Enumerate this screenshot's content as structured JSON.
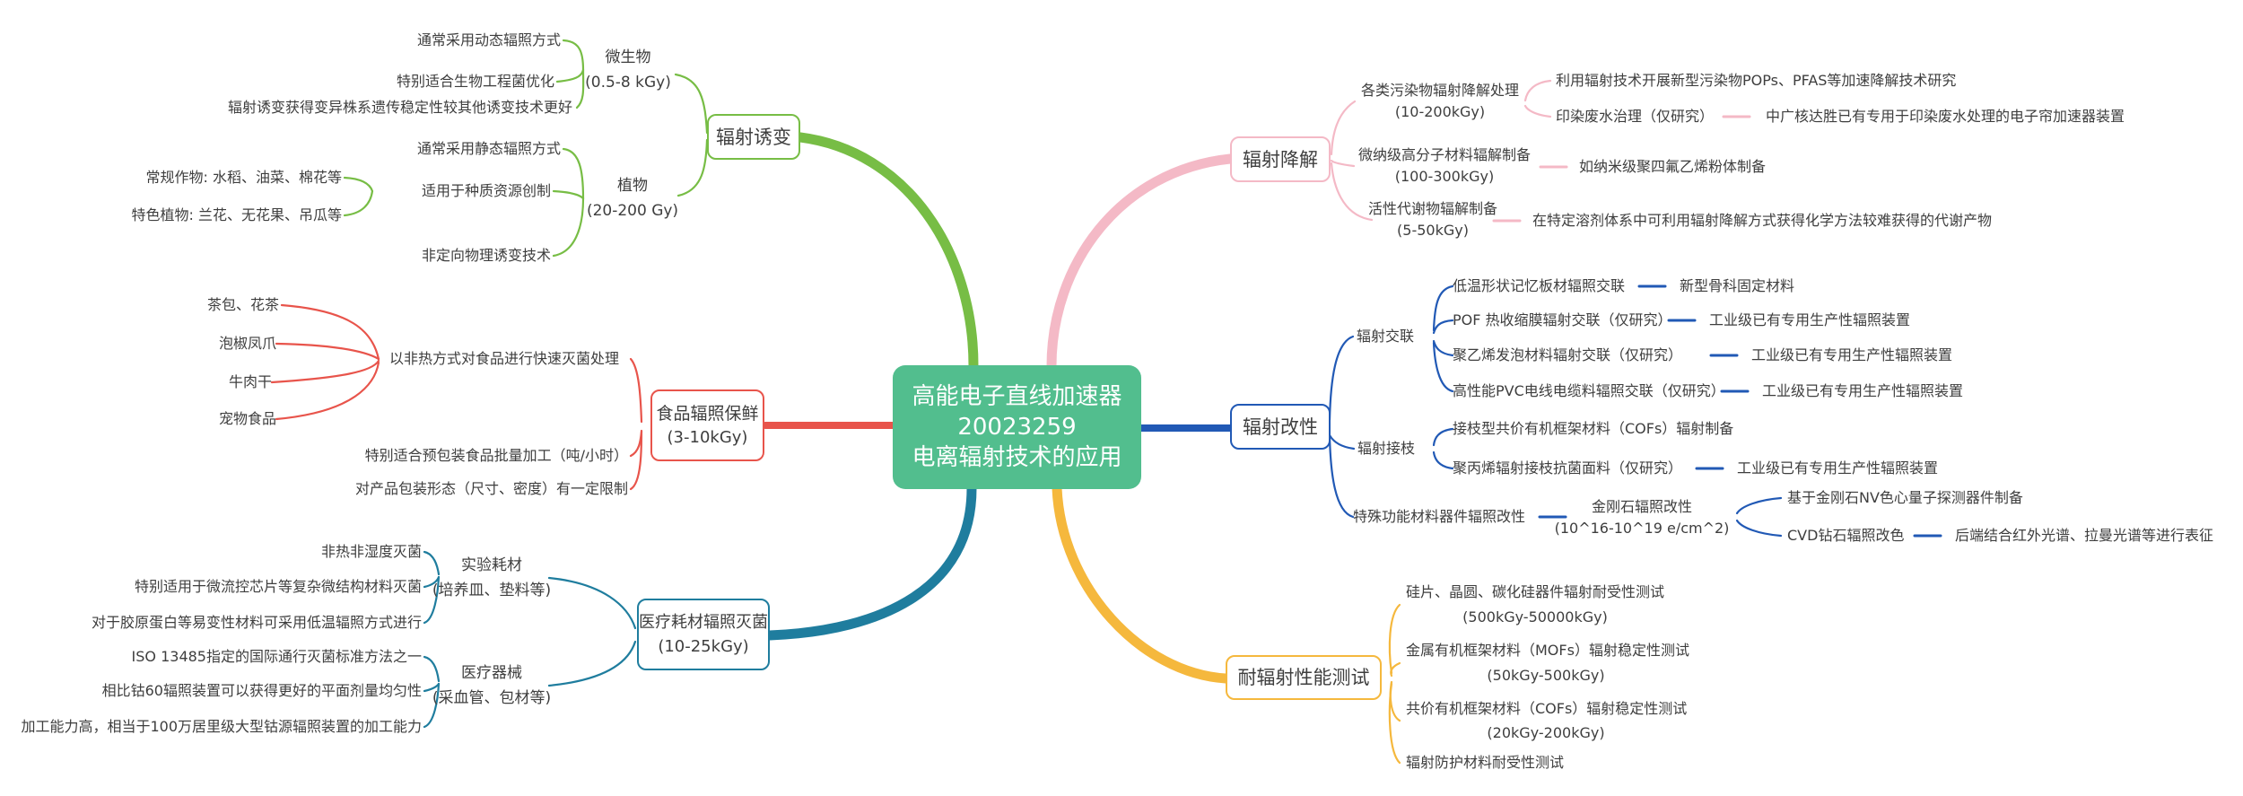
{
  "central": {
    "line1": "高能电子直线加速器",
    "line2": "20023259",
    "line3": "电离辐射技术的应用"
  },
  "colors": {
    "mutation": "#77bd45",
    "food": "#e8544b",
    "medical": "#1f7d9e",
    "degradation": "#f4b9c6",
    "modification": "#2159b5",
    "testing": "#f5b83d",
    "central_fill": "#52be8e",
    "text": "#3e3e3e"
  },
  "mutation": {
    "label": "辐射诱变",
    "microbe_title": "微生物",
    "microbe_dose": "(0.5-8 kGy)",
    "microbe_items": [
      "通常采用动态辐照方式",
      "特别适合生物工程菌优化",
      "辐射诱变获得变异株系遗传稳定性较其他诱变技术更好"
    ],
    "plant_title": "植物",
    "plant_dose": "(20-200 Gy)",
    "plant_item_static": "通常采用静态辐照方式",
    "germplasm_label": "适用于种质资源创制",
    "germplasm_items": [
      "常规作物: 水稻、油菜、棉花等",
      "特色植物: 兰花、无花果、吊瓜等"
    ],
    "plant_item_nondirectional": "非定向物理诱变技术"
  },
  "food": {
    "label": "食品辐照保鲜",
    "dose": "(3-10kGy)",
    "sterilize_label": "以非热方式对食品进行快速灭菌处理",
    "sterilize_items": [
      "茶包、花茶",
      "泡椒凤爪",
      "牛肉干",
      "宠物食品"
    ],
    "item_batch": "特别适合预包装食品批量加工（吨/小时）",
    "item_package": "对产品包装形态（尺寸、密度）有一定限制"
  },
  "medical": {
    "label": "医疗耗材辐照灭菌",
    "dose": "(10-25kGy)",
    "lab_title": "实验耗材",
    "lab_sub": "(培养皿、垫料等)",
    "lab_items": [
      "非热非湿度灭菌",
      "特别适用于微流控芯片等复杂微结构材料灭菌",
      "对于胶原蛋白等易变性材料可采用低温辐照方式进行"
    ],
    "device_title": "医疗器械",
    "device_sub": "(采血管、包材等)",
    "device_items": [
      "ISO 13485指定的国际通行灭菌标准方法之一",
      "相比钴60辐照装置可以获得更好的平面剂量均匀性",
      "加工能力高，相当于100万居里级大型钴源辐照装置的加工能力"
    ]
  },
  "degradation": {
    "label": "辐射降解",
    "pollutant_title": "各类污染物辐射降解处理",
    "pollutant_dose": "(10-200kGy)",
    "pollutant_item1": "利用辐射技术开展新型污染物POPs、PFAS等加速降解技术研究",
    "pollutant_item2": "印染废水治理（仅研究）",
    "pollutant_item2_note": "中广核达胜已有专用于印染废水处理的电子帘加速器装置",
    "polymer_title": "微纳级高分子材料辐解制备",
    "polymer_dose": "(100-300kGy)",
    "polymer_note": "如纳米级聚四氟乙烯粉体制备",
    "metabolite_title": "活性代谢物辐解制备",
    "metabolite_dose": "(5-50kGy)",
    "metabolite_note": "在特定溶剂体系中可利用辐射降解方式获得化学方法较难获得的代谢产物"
  },
  "modification": {
    "label": "辐射改性",
    "crosslink_label": "辐射交联",
    "crosslink_items": [
      {
        "text": "低温形状记忆板材辐照交联",
        "note": "新型骨科固定材料"
      },
      {
        "text": "POF 热收缩膜辐射交联（仅研究）",
        "note": "工业级已有专用生产性辐照装置"
      },
      {
        "text": "聚乙烯发泡材料辐射交联（仅研究）",
        "note": "工业级已有专用生产性辐照装置"
      },
      {
        "text": "高性能PVC电线电缆料辐照交联（仅研究）",
        "note": "工业级已有专用生产性辐照装置"
      }
    ],
    "graft_label": "辐射接枝",
    "graft_items": [
      {
        "text": "接枝型共价有机框架材料（COFs）辐射制备"
      },
      {
        "text": "聚丙烯辐射接枝抗菌面料（仅研究）",
        "note": "工业级已有专用生产性辐照装置"
      }
    ],
    "special_label": "特殊功能材料器件辐照改性",
    "diamond_title": "金刚石辐照改性",
    "diamond_dose": "(10^16-10^19 e/cm^2)",
    "diamond_item1": "基于金刚石NV色心量子探测器件制备",
    "diamond_item2": "CVD钻石辐照改色",
    "diamond_item2_note": "后端结合红外光谱、拉曼光谱等进行表征"
  },
  "testing": {
    "label": "耐辐射性能测试",
    "items": [
      {
        "text": "硅片、晶圆、碳化硅器件辐射耐受性测试",
        "dose": "(500kGy-50000kGy)"
      },
      {
        "text": "金属有机框架材料（MOFs）辐射稳定性测试",
        "dose": "(50kGy-500kGy)"
      },
      {
        "text": "共价有机框架材料（COFs）辐射稳定性测试",
        "dose": "(20kGy-200kGy)"
      },
      {
        "text": "辐射防护材料耐受性测试"
      }
    ]
  }
}
